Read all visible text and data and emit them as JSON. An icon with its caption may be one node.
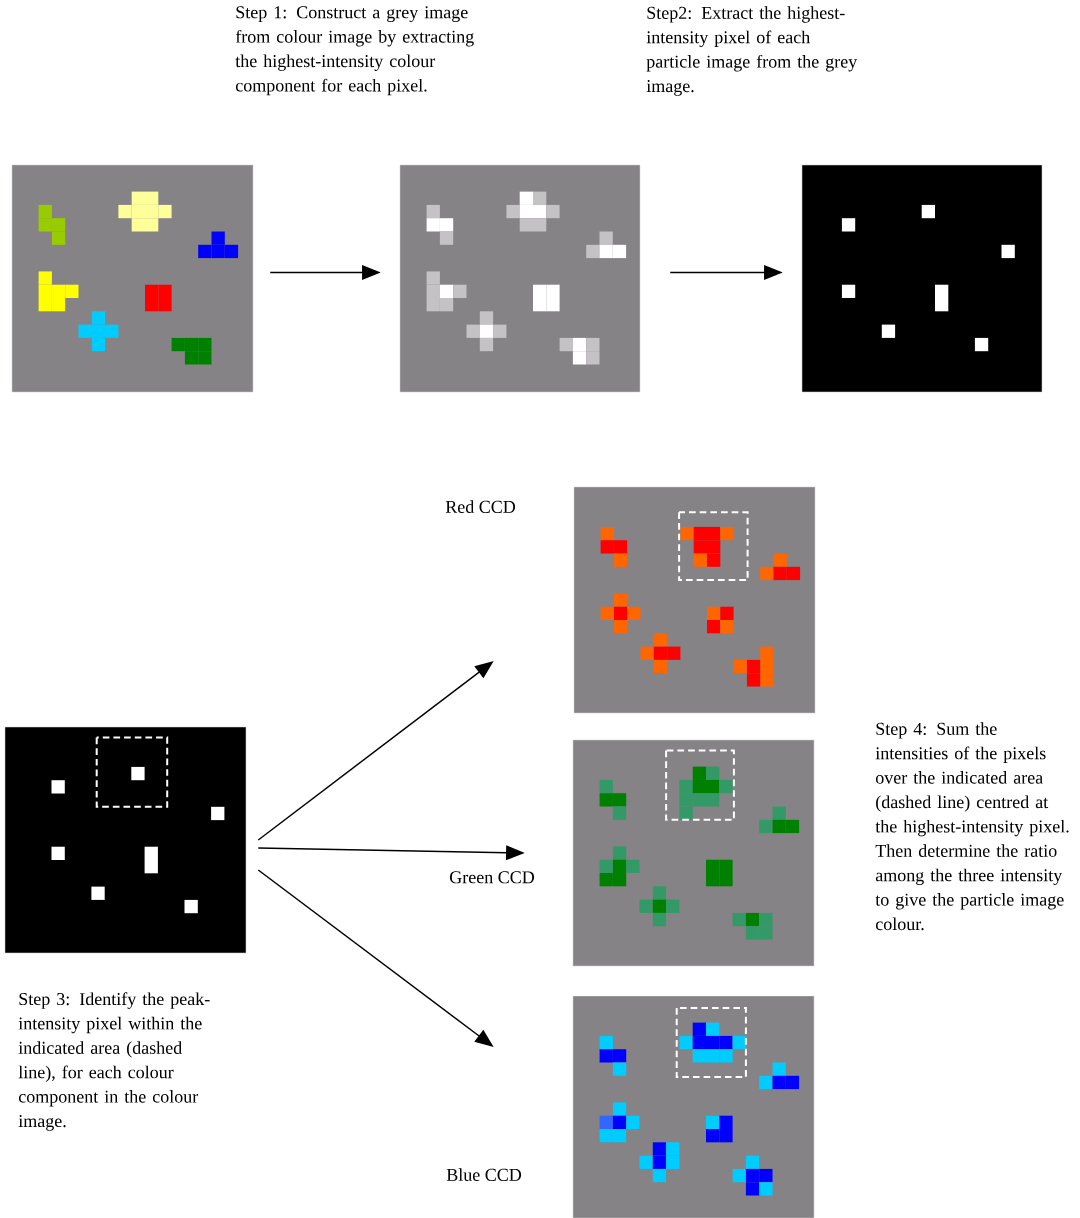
{
  "diagram": {
    "nodes": [
      {
        "text": [],
        "shape": "picture"
      },
      {
        "text": [],
        "shape": "picture"
      },
      {
        "text": [],
        "shape": "picture"
      },
      {
        "text": [],
        "shape": "picture"
      },
      {
        "text": [],
        "shape": "picture",
        "beside": [
          "Red CCD"
        ]
      },
      {
        "text": [],
        "shape": "picture",
        "beside": [
          "Green CCD"
        ]
      },
      {
        "text": [],
        "shape": "picture",
        "beside": [
          "Blue CCD"
        ]
      }
    ],
    "edges": [
      {
        "from": 0,
        "to": 1,
        "arrow": "to"
      },
      {
        "from": 1,
        "to": 2,
        "arrow": "to"
      },
      {
        "from": 3,
        "to": 4,
        "arrow": "to"
      },
      {
        "from": 3,
        "to": 5,
        "arrow": "to"
      },
      {
        "from": 3,
        "to": 6,
        "arrow": "to"
      }
    ],
    "labels": [
      "Step 1: Construct a grey image from colour image by extracting the highest-intensity colour component for each pixel.",
      "Step2: Extract the highest-intensity pixel of each particle image from the grey image.",
      "Step 4: Sum  the intensities of the pixels over the indicated area (dashed line) centred at the highest-intensity pixel. Then determine the ratio among the three intensity to give the particle image colour.",
      "Step 3:  Identify the peak-intensity pixel within the indicated area (dashed line), for each colour component in the colour image."
    ]
  }
}
